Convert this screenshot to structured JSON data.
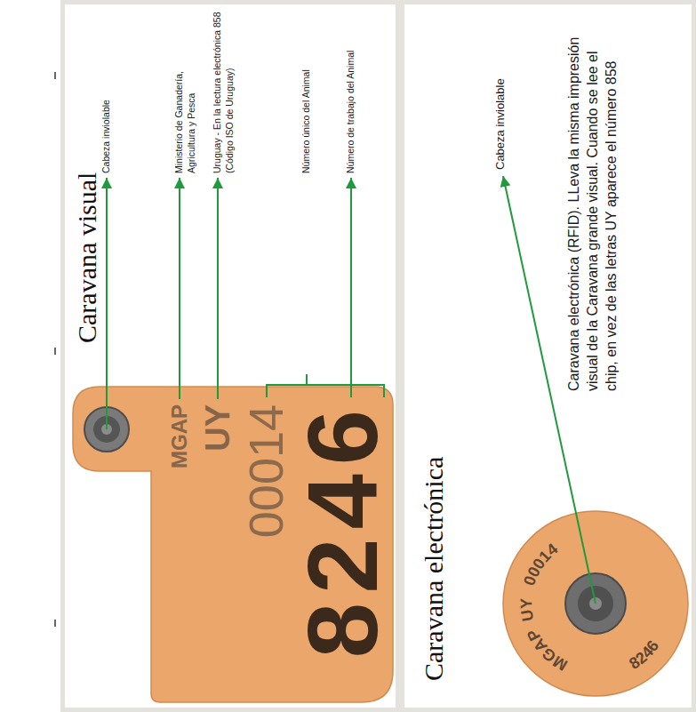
{
  "diagram": {
    "nodes": [
      {
        "text": [
          "Caravana visual"
        ]
      },
      {
        "text": [
          "Caravana electrónica"
        ]
      }
    ],
    "labels": [
      "Cabeza inviolable",
      "Ministerio de Ganadería, Agricultura y Pesca",
      "Uruguay - En la lectura electrónica 858 (Código ISO de Uruguay)",
      "Número único del Animal",
      "Número de trabajo del Animal",
      "MGAP",
      "UY",
      "00014",
      "8246",
      "Cabeza inviolable",
      "Caravana electrónica (RFID). LLeva la misma impresión visual de la Caravana grande visual. Cuando se lee el chip, en vez de las letras UY aparece el número 858",
      "MGAP",
      "UY",
      "00014",
      "8246"
    ]
  }
}
